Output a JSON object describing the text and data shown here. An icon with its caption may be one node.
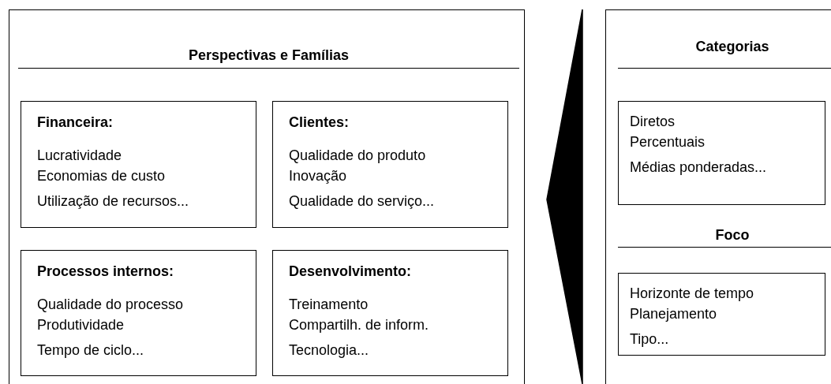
{
  "diagram": {
    "nodes": [
      {
        "text": [
          "Perspectivas e Famílias"
        ]
      },
      {
        "text": [
          "Financeira:",
          "Lucratividade",
          "Economias de custo",
          "Utilização de recursos..."
        ],
        "in": 0
      },
      {
        "text": [
          "Clientes:",
          "Qualidade do produto",
          "Inovação",
          "Qualidade do serviço..."
        ],
        "in": 0
      },
      {
        "text": [
          "Processos internos:",
          "Qualidade do processo",
          "Produtividade",
          "Tempo de ciclo..."
        ],
        "in": 0
      },
      {
        "text": [
          "Desenvolvimento:",
          "Treinamento",
          "Compartilh. de inform.",
          "Tecnologia..."
        ],
        "in": 0
      },
      {
        "text": [
          "Categorias",
          "Foco"
        ]
      },
      {
        "text": [
          "Diretos",
          "Percentuais",
          "Médias ponderadas..."
        ],
        "in": 5
      },
      {
        "text": [
          "Horizonte de tempo",
          "Planejamento",
          "Tipo..."
        ],
        "in": 5
      }
    ],
    "edges": [
      {
        "from": 5,
        "to": 0,
        "arrow": "to"
      }
    ]
  }
}
